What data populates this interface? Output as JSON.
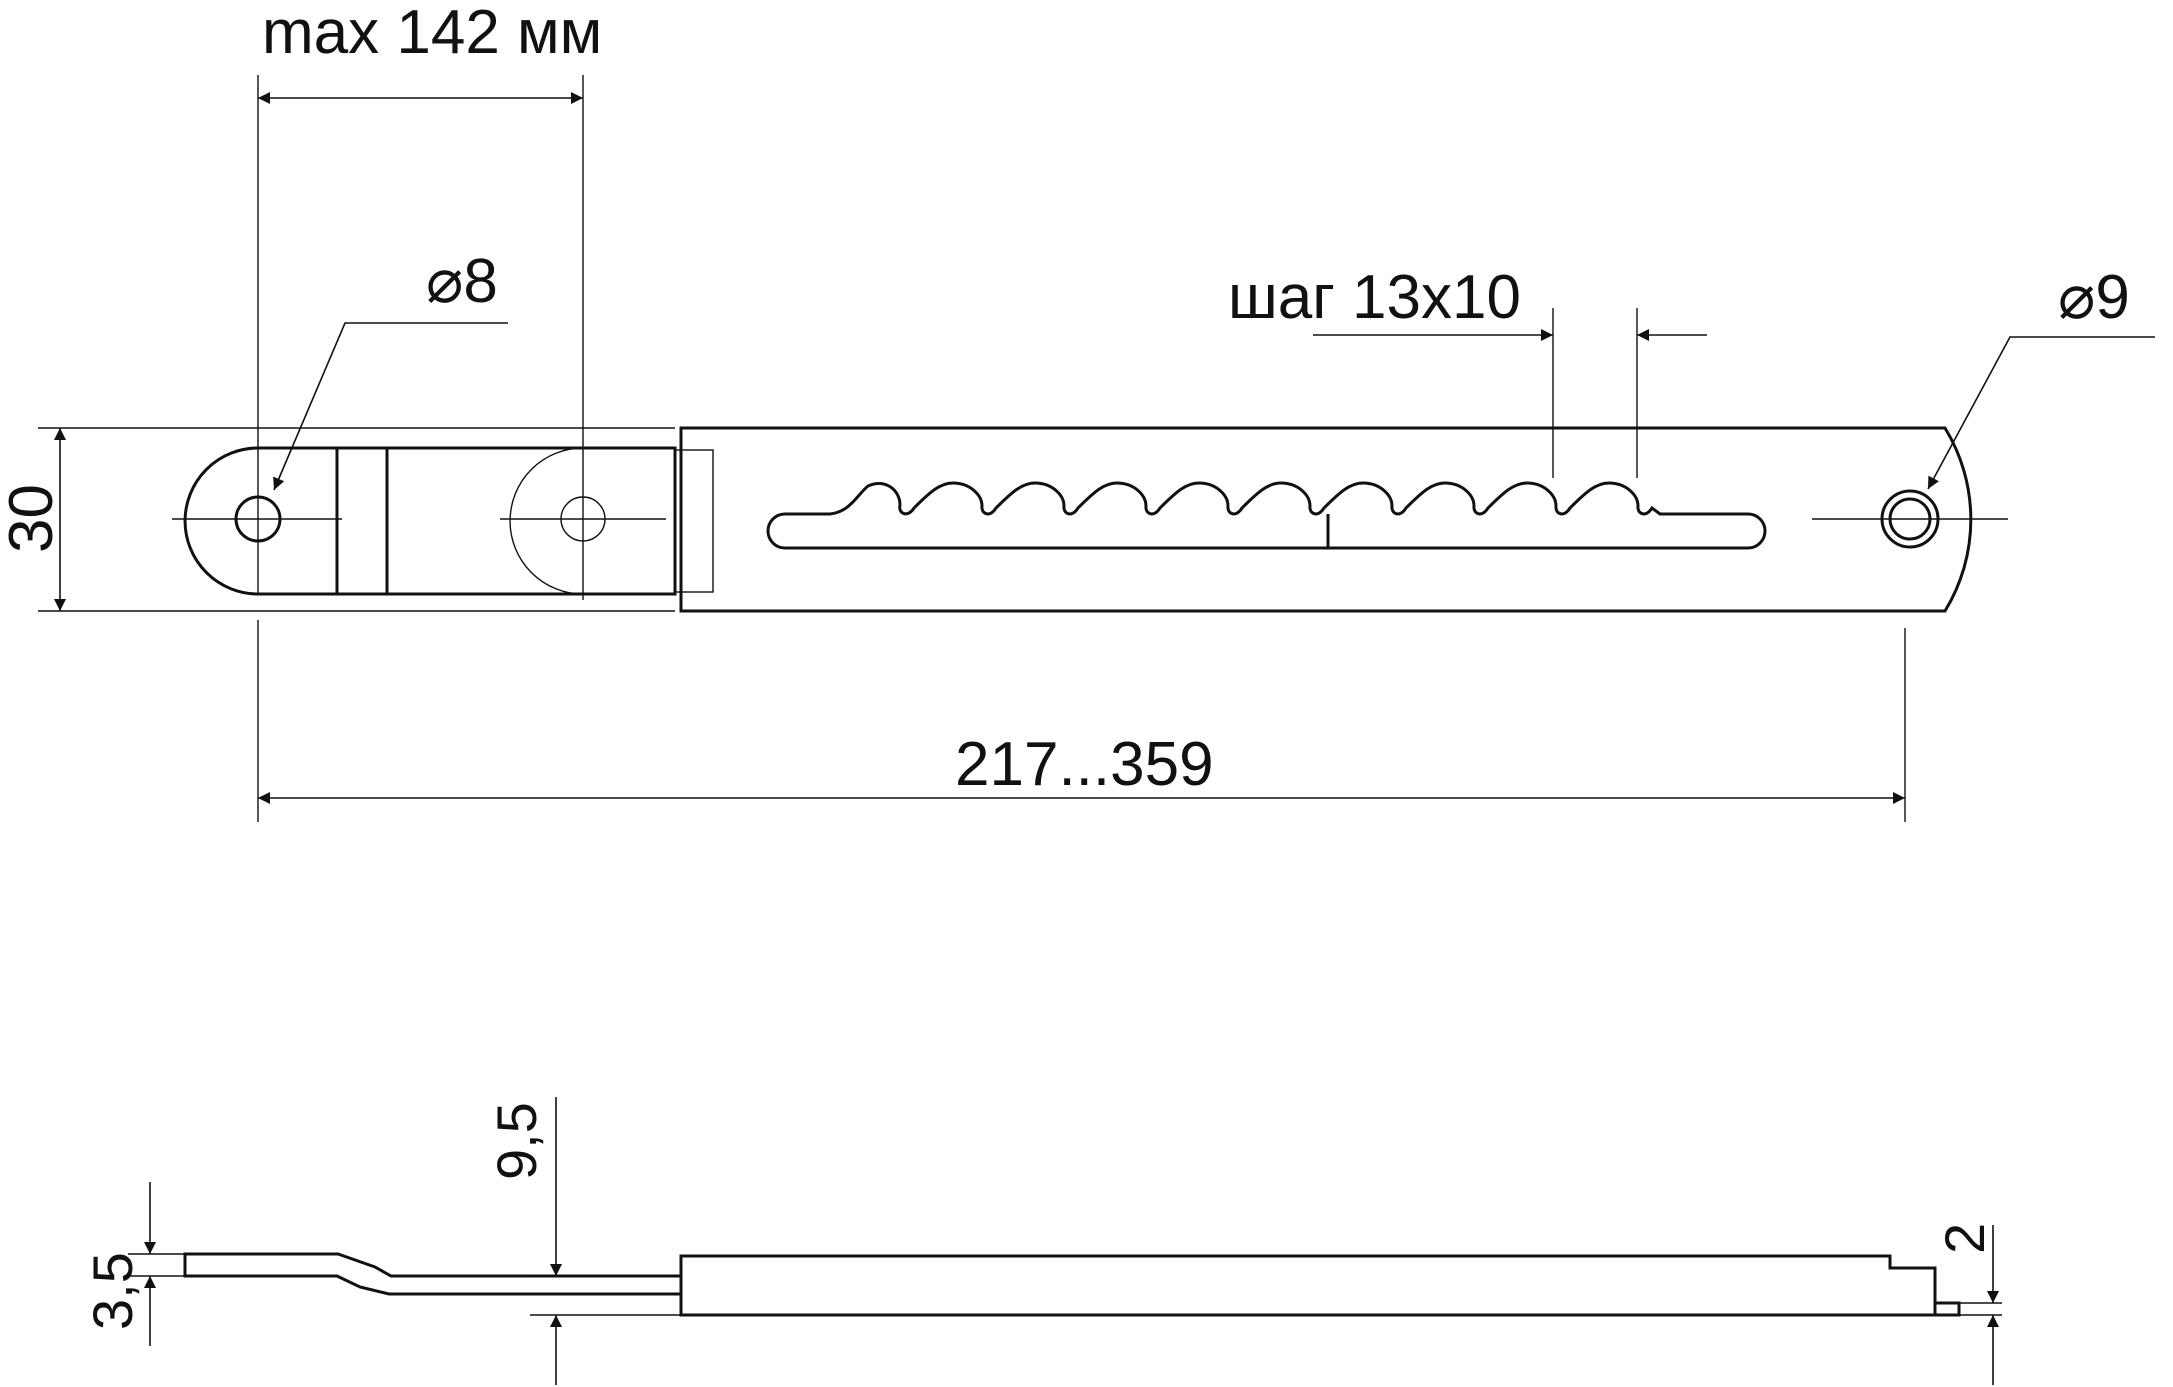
{
  "diagram": {
    "stroke_color": "#111111",
    "background_color": "#ffffff",
    "labels": {
      "max_extension": "max 142 мм",
      "left_hole_diameter": "⌀8",
      "right_hole_diameter": "⌀9",
      "step": "шаг 13x10",
      "height": "30",
      "length_range": "217...359",
      "offset_top": "9,5",
      "thickness_left": "3,5",
      "thickness_right": "2"
    }
  }
}
